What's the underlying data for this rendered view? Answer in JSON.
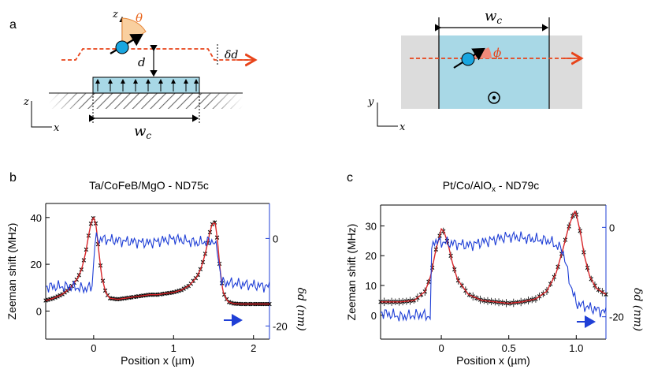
{
  "panel_a": {
    "label": "a",
    "left": {
      "z_label": "z",
      "theta_label": "θ",
      "d_label": "d",
      "delta_d_label": "δd",
      "axis_z": "z",
      "axis_x": "x",
      "wc_label": "w",
      "wc_sub": "c"
    },
    "right": {
      "wc_label": "w",
      "wc_sub": "c",
      "phi_label": "ϕ",
      "axis_y": "y",
      "axis_x": "x"
    }
  },
  "panel_b": {
    "label": "b",
    "title": "Ta/CoFeB/MgO - ND75c"
  },
  "panel_c": {
    "label": "c",
    "title_main": "Pt/Co/AlO",
    "title_sub": "x",
    "title_rest": " - ND79c"
  },
  "colors": {
    "field_line": "#e8441a",
    "fit": "#d8262a",
    "profile": "#1f3fd6",
    "magnet": "#a8d8e6",
    "substrate": "#dcdcdc",
    "nv": "#1aa6e0",
    "theta_fill": "#f9cf9f"
  },
  "chart_data": [
    {
      "type": "line",
      "title": "Ta/CoFeB/MgO - ND75c",
      "xlabel": "Position x (µm)",
      "ylabel": "Zeeman shift (MHz)",
      "y2label": "δd (nm)",
      "xlim": [
        -0.6,
        2.2
      ],
      "ylim": [
        -12,
        46
      ],
      "y2lim": [
        -23,
        8
      ],
      "xticks": [
        "0",
        "1",
        "2"
      ],
      "xtick_values": [
        0,
        1,
        2
      ],
      "yticks": [
        "0",
        "20",
        "40"
      ],
      "ytick_values": [
        0,
        20,
        40
      ],
      "y2ticks": [
        "0",
        "-20"
      ],
      "y2tick_values": [
        0,
        -20
      ],
      "series": [
        {
          "x": [
            -0.6,
            -0.5,
            -0.4,
            -0.3,
            -0.2,
            -0.15,
            -0.1,
            -0.06,
            -0.03,
            0,
            0.03,
            0.06,
            0.1,
            0.15,
            0.2,
            0.3,
            0.4,
            0.5,
            0.6,
            0.7,
            0.8,
            0.9,
            1.0,
            1.1,
            1.2,
            1.3,
            1.35,
            1.4,
            1.45,
            1.48,
            1.52,
            1.55,
            1.58,
            1.62,
            1.68,
            1.75,
            1.85,
            2.0,
            2.2
          ],
          "y": [
            4.5,
            5.5,
            7,
            9.5,
            14,
            18,
            25,
            33,
            38,
            40,
            37,
            27,
            15,
            8,
            5.5,
            5,
            5.5,
            6,
            6.5,
            7,
            7,
            7.5,
            8,
            9,
            11,
            15,
            19,
            25,
            33,
            37,
            38,
            30,
            18,
            8,
            4,
            3.2,
            3,
            3,
            3
          ]
        },
        {
          "x": [
            -0.6,
            -0.3,
            -0.1,
            -0.02,
            0.02,
            0.3,
            0.7,
            1.0,
            1.3,
            1.5,
            1.55,
            1.6,
            1.9,
            2.2
          ],
          "y2": [
            -11,
            -11,
            -11.5,
            -11,
            0,
            -0.5,
            -1,
            0,
            -1,
            -0.5,
            -3,
            -10,
            -10.5,
            -11
          ]
        }
      ]
    },
    {
      "type": "line",
      "title": "Pt/Co/AlOx - ND79c",
      "xlabel": "Position x (µm)",
      "ylabel": "Zeeman shift (MHz)",
      "y2label": "δd (nm)",
      "xlim": [
        -0.45,
        1.22
      ],
      "ylim": [
        -8,
        37
      ],
      "y2lim": [
        -25,
        5
      ],
      "xticks": [
        "0",
        "0.5",
        "1.0"
      ],
      "xtick_values": [
        0,
        0.5,
        1.0
      ],
      "yticks": [
        "0",
        "10",
        "20",
        "30"
      ],
      "ytick_values": [
        0,
        10,
        20,
        30
      ],
      "y2ticks": [
        "0",
        "-20"
      ],
      "y2tick_values": [
        0,
        -20
      ],
      "series": [
        {
          "x": [
            -0.45,
            -0.3,
            -0.2,
            -0.12,
            -0.08,
            -0.04,
            -0.01,
            0,
            0.02,
            0.05,
            0.08,
            0.12,
            0.2,
            0.3,
            0.4,
            0.5,
            0.6,
            0.7,
            0.78,
            0.85,
            0.9,
            0.94,
            0.97,
            0.99,
            1.0,
            1.03,
            1.06,
            1.1,
            1.15,
            1.22
          ],
          "y": [
            4.5,
            4.5,
            5,
            8,
            13,
            22,
            27,
            29,
            28,
            24,
            18,
            12,
            7,
            5,
            4.5,
            4,
            4.5,
            5.5,
            8,
            14,
            22,
            29,
            33,
            35,
            34,
            28,
            20,
            13,
            9,
            7
          ]
        },
        {
          "x": [
            -0.45,
            -0.3,
            -0.15,
            -0.08,
            -0.07,
            0.2,
            0.5,
            0.8,
            0.9,
            0.95,
            1.0,
            1.1,
            1.22
          ],
          "y2": [
            -19,
            -20,
            -19.5,
            -20,
            -3,
            -4,
            -2,
            -3,
            -5,
            -12,
            -17,
            -18,
            -19
          ]
        }
      ]
    }
  ]
}
